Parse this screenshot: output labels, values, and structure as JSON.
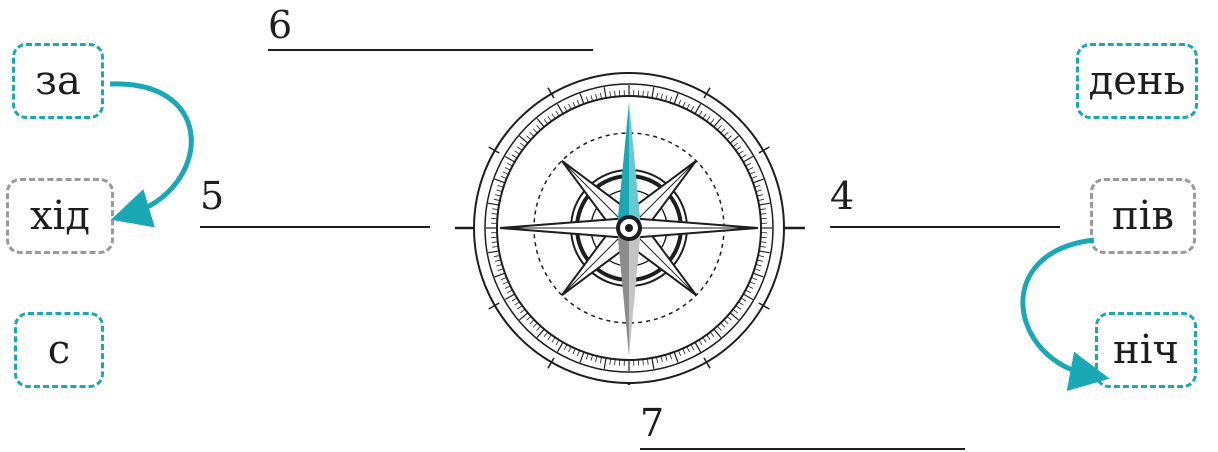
{
  "syllables_left": {
    "top": "за",
    "middle": "хід",
    "bottom": "с"
  },
  "syllables_right": {
    "top": "день",
    "middle": "пів",
    "bottom": "ніч"
  },
  "blanks": {
    "north": "6",
    "west": "5",
    "east": "4",
    "south": "7"
  },
  "colors": {
    "teal": "#1aa8b4",
    "gray": "#9a9a9a",
    "ink": "#1e1e1e",
    "needle_south": "#8c8c8c"
  },
  "icons": {
    "compass": "compass-rose-icon",
    "arrow": "curved-arrow-icon"
  }
}
